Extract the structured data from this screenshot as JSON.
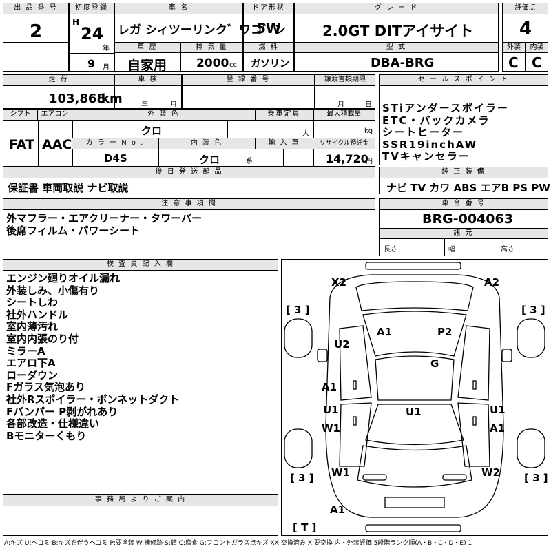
{
  "header": {
    "lot_label": "出 品 番 号",
    "lot": "2",
    "first_reg_label": "初度登録",
    "era": "H",
    "year": "24",
    "year_unit": "年",
    "month": "9",
    "month_unit": "月",
    "car_name_label": "車 名",
    "car_name": "レガ シィツーリンク゛ワコ゛ン",
    "door_label": "ドア形状",
    "door": "5W",
    "grade_label": "グ レ ー ド",
    "grade": "2.0GT DITアイサイト",
    "score_label": "評価点",
    "score": "4",
    "history_label": "車 歴",
    "history": "自家用",
    "displacement_label": "排 気 量",
    "displacement": "2000",
    "displacement_unit": "cc",
    "fuel_label": "燃 料",
    "fuel": "ガソリン",
    "model_label": "型 式",
    "model": "DBA-BRG",
    "exterior_label": "外装",
    "exterior": "C",
    "interior_label": "内装",
    "interior": "C"
  },
  "row2": {
    "mileage_label": "走 行",
    "mileage": "103,868",
    "mileage_unit": "km",
    "inspection_label": "車 検",
    "insp_year_unit": "年",
    "insp_month_unit": "月",
    "regno_label": "登 録 番 号",
    "transfer_label": "譲渡書類期限",
    "transfer_month_unit": "月",
    "transfer_day_unit": "日",
    "sales_label": "セ ー ル ス ポ イ ン ト",
    "sales_points": [
      "STiアンダースポイラー",
      "ETC・バックカメラ",
      "シートヒーター",
      "SSR19inchAW",
      "TVキャンセラー"
    ],
    "shift_label": "シフト",
    "shift": "FAT",
    "ac_label": "エアコン",
    "ac": "AAC",
    "color_label": "外 装 色",
    "color": "クロ",
    "capacity_label": "乗車定員",
    "capacity_unit": "人",
    "load_label": "最大積載量",
    "load_unit": "kg",
    "colorno_label": "カ ラ ー N o .",
    "colorno": "D4S",
    "intcolor_label": "内 装 色",
    "intcolor": "クロ",
    "intcolor_unit": "系",
    "import_label": "輸 入 車",
    "recycle_label": "リサイクル預託金",
    "recycle": "14,720",
    "recycle_unit": "円",
    "later_label": "後 日 発 送 部 品",
    "later": "保証書 車両取説 ナビ取説",
    "equip_label": "純 正 装 備",
    "equip": "ナビ TV カワ ABS エアB PS PW"
  },
  "notes": {
    "label": "注 意 事 項 欄",
    "lines": [
      "外マフラー・エアクリーナー・タワーバー",
      "後席フィルム・パワーシート"
    ],
    "chassis_label": "車 台 番 号",
    "chassis": "BRG-004063",
    "specs_label": "諸 元",
    "length_label": "長さ",
    "width_label": "幅",
    "height_label": "高さ"
  },
  "inspector": {
    "label": "検 査 員 記 入 欄",
    "lines": [
      "エンジン廻りオイル漏れ",
      "外装しみ、小傷有り",
      "シートしわ",
      "社外ハンドル",
      "室内薄汚れ",
      "室内内張のり付",
      "ミラーA",
      "エアロ下A",
      "ローダウン",
      "Fガラス気泡あり",
      "社外Rスポイラー・ボンネットダクト",
      "Fバンパー P剥がれあり",
      "各部改造・仕様違い",
      "Bモニターくもり"
    ],
    "office_label": "事 務 局 よ り ご 案 内"
  },
  "diagram": {
    "marks": [
      "X2",
      "A2",
      "[ 3 ]",
      "[ 3 ]",
      "A1",
      "P2",
      "U2",
      "G",
      "A1",
      "U1",
      "W1",
      "U1",
      "A1",
      "U1",
      "[ 3 ]",
      "W1",
      "W2",
      "[ 3 ]",
      "A1",
      "[ T ]"
    ]
  },
  "legend": "A:キズ U:ヘコミ B:キズを伴うヘコミ P:要塗装 W:補修跡 S:錆 C:腐食 G:フロントガラス点キズ XX:交換済み X:要交換 内・外装評価 5段階ランク順(A・B・C・D・E) 1"
}
